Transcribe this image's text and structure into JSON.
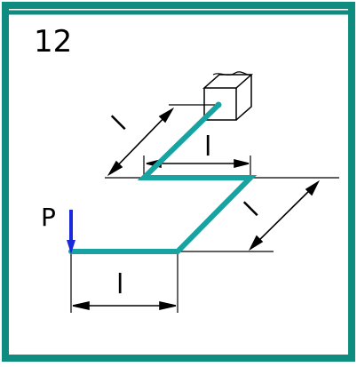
{
  "problem_number": "12",
  "force_label": "P",
  "dimensions": {
    "bottom": "l",
    "middle": "l",
    "diagonal_upper": "l",
    "diagonal_lower": "l"
  },
  "colors": {
    "frame": "#0e8c80",
    "rod": "#16a3a1",
    "force": "#1a2ad8",
    "ink": "#000000"
  }
}
